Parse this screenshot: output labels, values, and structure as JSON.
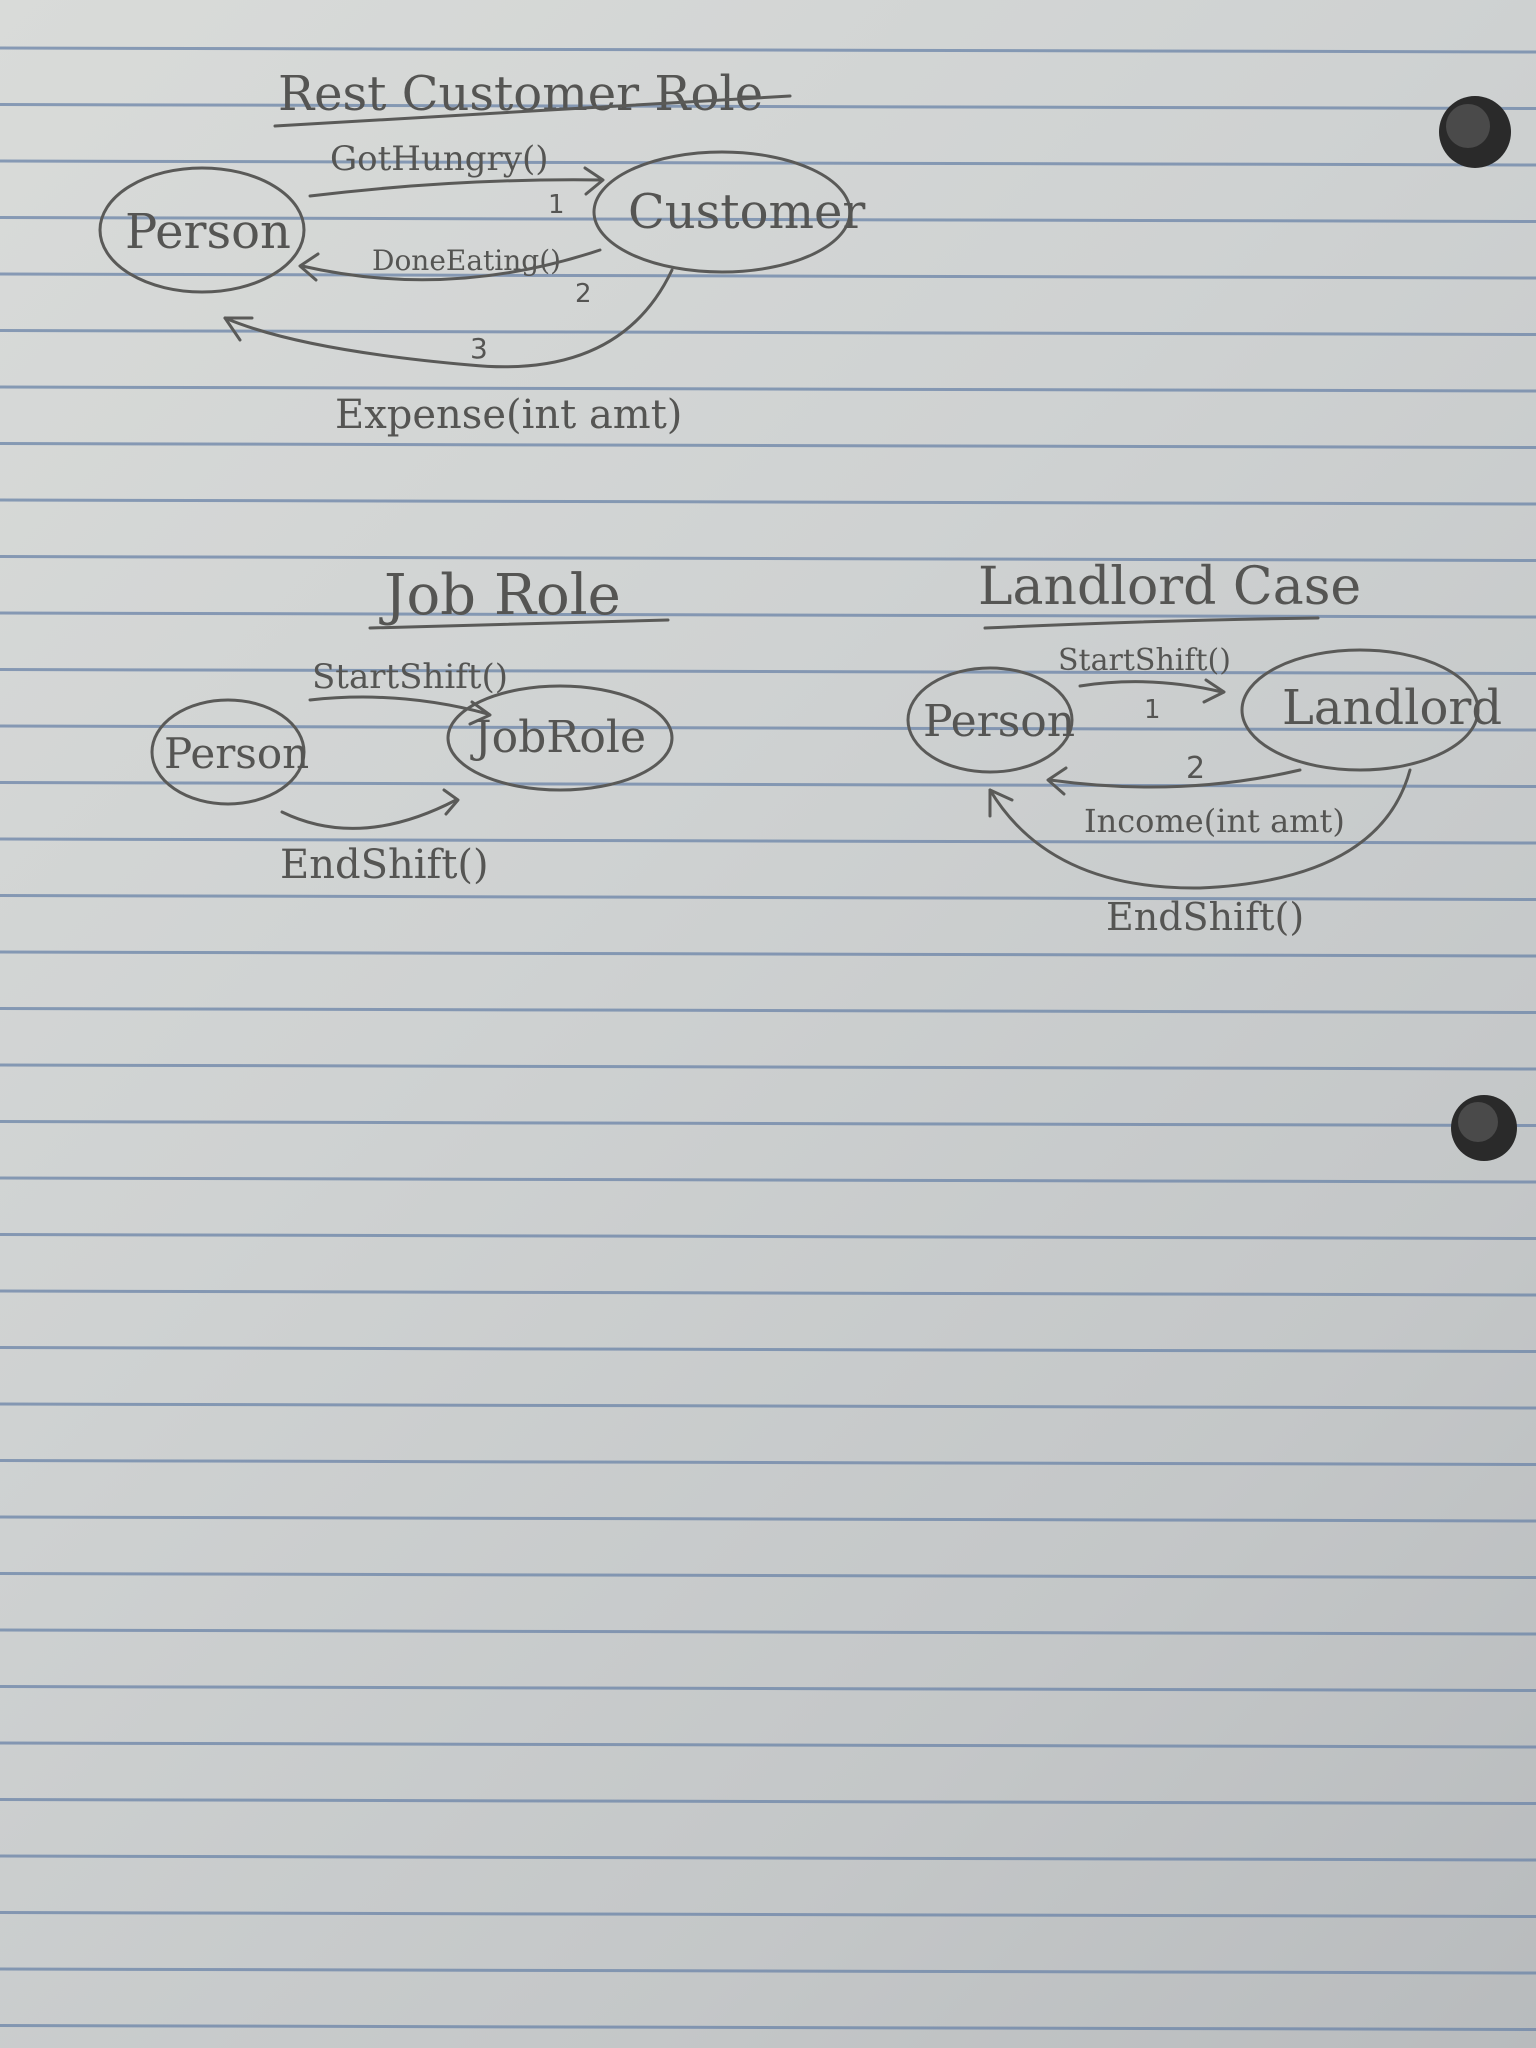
{
  "diagrams": {
    "rest_customer": {
      "title": "Rest Customer Role",
      "node_person": "Person",
      "node_customer": "Customer",
      "edge1_label": "GotHungry()",
      "edge1_num": "1",
      "edge2_label": "DoneEating()",
      "edge2_num": "2",
      "edge3_num": "3",
      "edge3_label": "Expense(int amt)"
    },
    "job_role": {
      "title": "Job Role",
      "node_person": "Person",
      "node_jobrole": "JobRole",
      "edge_start": "StartShift()",
      "edge_end": "EndShift()"
    },
    "landlord_case": {
      "title": "Landlord Case",
      "node_person": "Person",
      "node_landlord": "Landlord",
      "edge1_label": "StartShift()",
      "edge1_num": "1",
      "edge2_num": "2",
      "edge2_label": "Income(int amt)",
      "edge3_label": "EndShift()"
    }
  },
  "colors": {
    "paper": "#d2d4d4",
    "pencil": "#5a5a58",
    "rule_lines": "#6b84a8"
  }
}
